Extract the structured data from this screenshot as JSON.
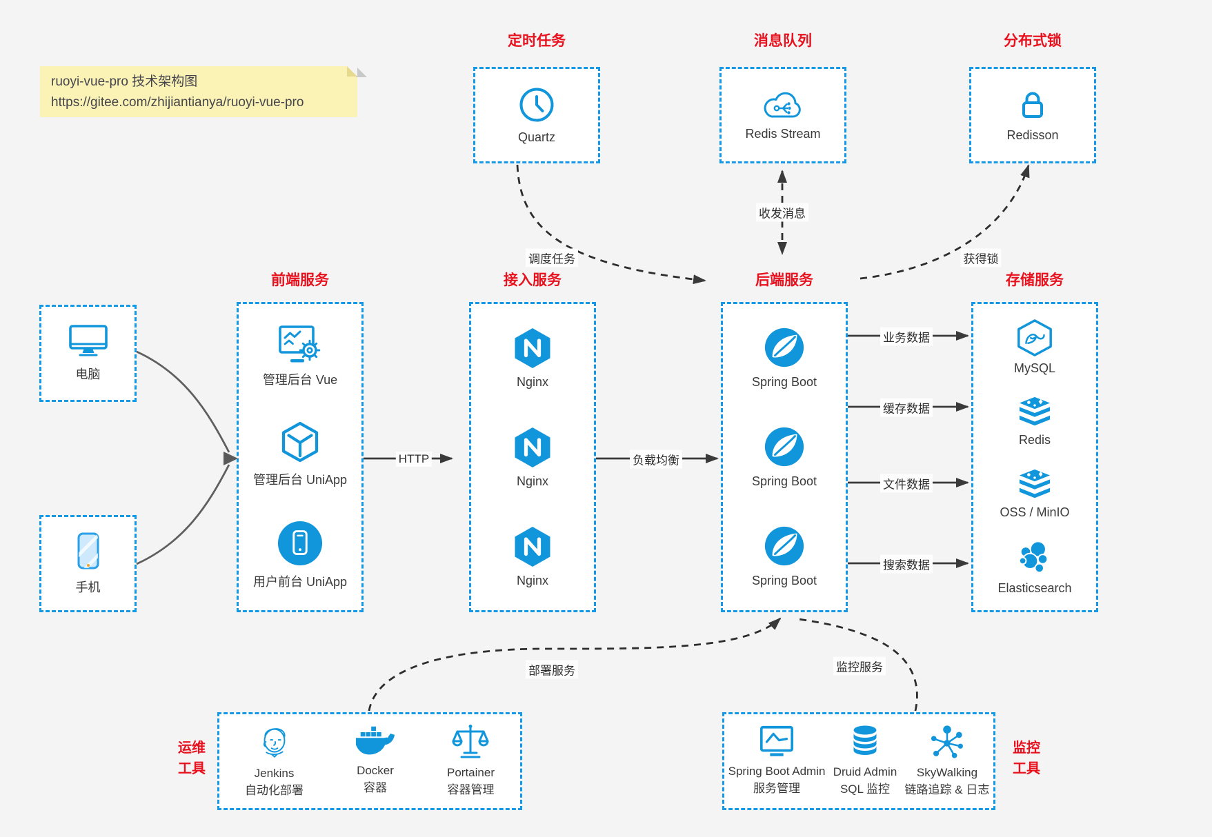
{
  "colors": {
    "accent_blue": "#1296db",
    "border_blue": "#1499e8",
    "title_red": "#e8121f",
    "background": "#f4f4f5",
    "box_background": "#ffffff",
    "note_background": "#fbf2b6",
    "arrow_dark": "#3a3a3a"
  },
  "note": {
    "line1": "ruoyi-vue-pro 技术架构图",
    "line2": "https://gitee.com/zhijiantianya/ruoyi-vue-pro"
  },
  "top_services": [
    {
      "title": "定时任务",
      "item": "Quartz"
    },
    {
      "title": "消息队列",
      "item": "Redis Stream"
    },
    {
      "title": "分布式锁",
      "item": "Redisson"
    }
  ],
  "clients": [
    {
      "label": "电脑"
    },
    {
      "label": "手机"
    }
  ],
  "main_services": [
    {
      "title": "前端服务",
      "items": [
        "管理后台 Vue",
        "管理后台 UniApp",
        "用户前台 UniApp"
      ]
    },
    {
      "title": "接入服务",
      "items": [
        "Nginx",
        "Nginx",
        "Nginx"
      ]
    },
    {
      "title": "后端服务",
      "items": [
        "Spring Boot",
        "Spring Boot",
        "Spring Boot"
      ]
    },
    {
      "title": "存储服务",
      "items": [
        "MySQL",
        "Redis",
        "OSS / MinIO",
        "Elasticsearch"
      ]
    }
  ],
  "bottom_services": [
    {
      "side_label": [
        "运维",
        "工具"
      ],
      "items": [
        {
          "name": "Jenkins",
          "desc": "自动化部署"
        },
        {
          "name": "Docker",
          "desc": "容器"
        },
        {
          "name": "Portainer",
          "desc": "容器管理"
        }
      ]
    },
    {
      "side_label": [
        "监控",
        "工具"
      ],
      "items": [
        {
          "name": "Spring Boot Admin",
          "desc": "服务管理"
        },
        {
          "name": "Druid Admin",
          "desc": "SQL 监控"
        },
        {
          "name": "SkyWalking",
          "desc": "链路追踪 & 日志"
        }
      ]
    }
  ],
  "edges": {
    "http": "HTTP",
    "load_balance": "负载均衡",
    "business_data": "业务数据",
    "cache_data": "缓存数据",
    "file_data": "文件数据",
    "search_data": "搜索数据",
    "schedule_task": "调度任务",
    "send_receive_message": "收发消息",
    "acquire_lock": "获得锁",
    "deploy_service": "部署服务",
    "monitor_service": "监控服务"
  }
}
